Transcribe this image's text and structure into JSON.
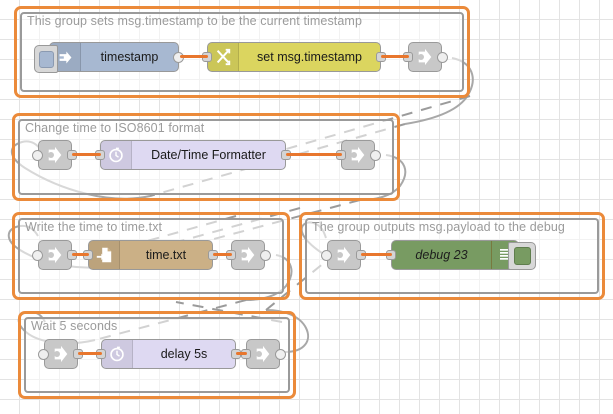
{
  "editor": {
    "name": "node-red-flow-canvas",
    "grid_color": "#e3e3e3",
    "background": "#ffffff",
    "wire_color": "#e8762d",
    "group_border_color": "#eb8a3a",
    "group_inner_border_color": "#9a9a9a",
    "group_label_color": "#9b9b9b"
  },
  "groups": [
    {
      "id": "group-timestamp",
      "label": "This group sets msg.timestamp to be the current timestamp",
      "nodes": [
        {
          "id": "inject-timestamp",
          "type": "inject",
          "label": "timestamp",
          "color": "#a7b8d1",
          "icon": "arrow-right-inject-icon"
        },
        {
          "id": "change-set-timestamp",
          "type": "change",
          "label": "set msg.timestamp",
          "color": "#dbd55f",
          "icon": "swap-arrows-icon"
        },
        {
          "id": "link-out-1",
          "type": "link out",
          "label": "",
          "color": "#c8c8c8",
          "icon": "link-out-icon"
        }
      ]
    },
    {
      "id": "group-iso8601",
      "label": "Change time to ISO8601 format",
      "nodes": [
        {
          "id": "link-in-1",
          "type": "link in",
          "label": "",
          "color": "#c8c8c8",
          "icon": "link-in-icon"
        },
        {
          "id": "datetime-formatter",
          "type": "date/time formatter",
          "label": "Date/Time Formatter",
          "color": "#ded9f2",
          "icon": "clock-icon"
        },
        {
          "id": "link-out-2",
          "type": "link out",
          "label": "",
          "color": "#c8c8c8",
          "icon": "link-out-icon"
        }
      ]
    },
    {
      "id": "group-writefile",
      "label": "Write the time to time.txt",
      "nodes": [
        {
          "id": "link-in-2",
          "type": "link in",
          "label": "",
          "color": "#c8c8c8",
          "icon": "link-in-icon"
        },
        {
          "id": "file-write",
          "type": "file",
          "label": "time.txt",
          "color": "#cbb086",
          "icon": "file-write-icon"
        },
        {
          "id": "link-out-3",
          "type": "link out",
          "label": "",
          "color": "#c8c8c8",
          "icon": "link-out-icon"
        }
      ]
    },
    {
      "id": "group-debug",
      "label": "The group outputs msg.payload to the debug",
      "nodes": [
        {
          "id": "link-in-3",
          "type": "link in",
          "label": "",
          "color": "#c8c8c8",
          "icon": "link-in-icon"
        },
        {
          "id": "debug-23",
          "type": "debug",
          "label": "debug 23",
          "color": "#789b62",
          "icon": "debug-list-icon",
          "button_state": "enabled"
        }
      ]
    },
    {
      "id": "group-wait",
      "label": "Wait 5 seconds",
      "nodes": [
        {
          "id": "link-in-4",
          "type": "link in",
          "label": "",
          "color": "#c8c8c8",
          "icon": "link-in-icon"
        },
        {
          "id": "delay-5s",
          "type": "delay",
          "label": "delay 5s",
          "color": "#ded9f2",
          "icon": "clock-icon"
        },
        {
          "id": "link-out-4",
          "type": "link out",
          "label": "",
          "color": "#c8c8c8",
          "icon": "link-out-icon"
        }
      ]
    }
  ]
}
